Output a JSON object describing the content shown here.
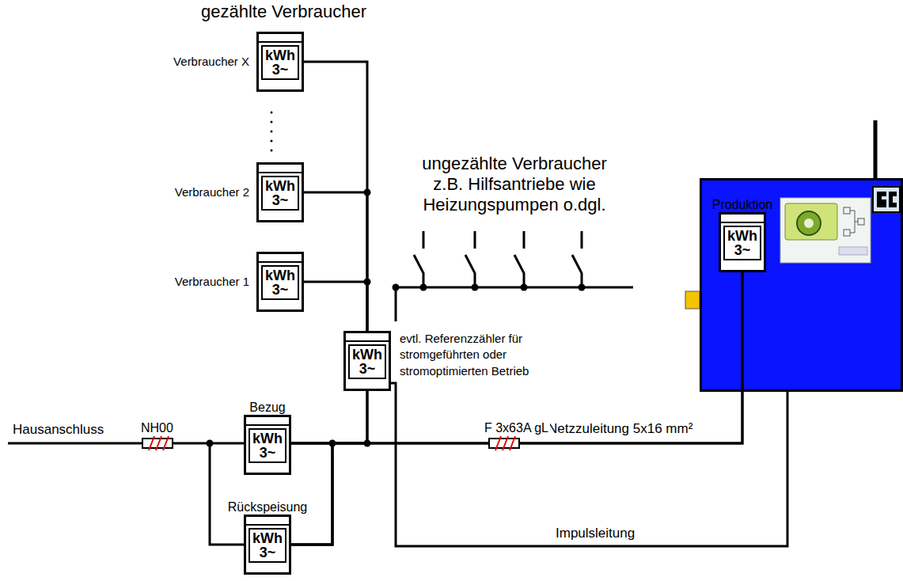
{
  "diagram": {
    "title": "gezählte Verbraucher",
    "nodes": [
      {
        "text": [
          "Verbraucher X",
          "kWh 3~"
        ]
      },
      {
        "text": [
          "Verbraucher 2",
          "kWh 3~"
        ]
      },
      {
        "text": [
          "Verbraucher 1",
          "kWh 3~"
        ]
      },
      {
        "text": [
          "evtl. Referenzzähler für stromgeführten oder stromoptimierten Betrieb",
          "kWh 3~"
        ]
      },
      {
        "text": [
          "Bezug",
          "kWh 3~"
        ]
      },
      {
        "text": [
          "Rückspeisung",
          "kWh 3~"
        ]
      },
      {
        "text": []
      },
      {
        "text": [
          "Produktion",
          "kWh 3~"
        ],
        "in": 6
      }
    ],
    "edges": [
      {
        "from": 4,
        "to": 5,
        "arrow": "none"
      },
      {
        "from": 4,
        "to": 3,
        "arrow": "none"
      },
      {
        "from": 5,
        "to": 3,
        "arrow": "none"
      },
      {
        "from": 4,
        "to": 7,
        "label": "Netzzuleitung 5x16 mm²",
        "arrow": "none"
      },
      {
        "from": 5,
        "to": 7,
        "arrow": "none"
      },
      {
        "from": 3,
        "to": 2,
        "arrow": "none"
      },
      {
        "from": 3,
        "to": 1,
        "arrow": "none"
      },
      {
        "from": 3,
        "to": 0,
        "arrow": "none"
      },
      {
        "from": 3,
        "to": 6,
        "label": "Impulsleitung",
        "arrow": "none"
      }
    ],
    "labels": [
      "ungezählte Verbraucher z.B. Hilfsantriebe wie Heizungspumpen o.dgl.",
      "Hausanschluss",
      "NH00",
      "F 3x63A gL"
    ]
  }
}
